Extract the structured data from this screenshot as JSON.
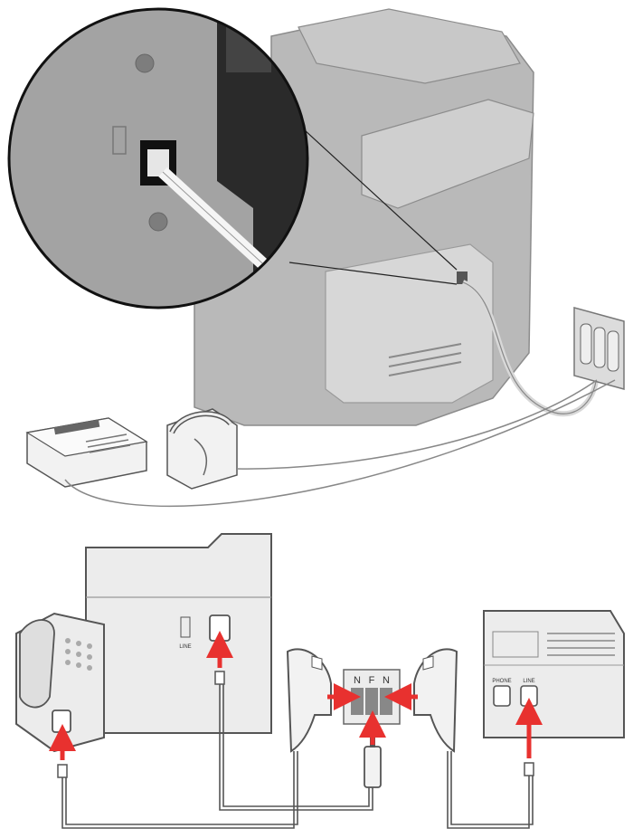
{
  "wall_jack": {
    "ports": [
      "N",
      "F",
      "N"
    ]
  },
  "fax_machine": {
    "port_label": "LINE"
  },
  "answering_machine": {
    "port_labels": [
      "PHONE",
      "LINE"
    ]
  },
  "colors": {
    "arrow": "#e8312f",
    "printer_gray": "#b4b4b4",
    "device_fill": "#ececec",
    "outline": "#555555"
  },
  "icons": [
    "phone-icon",
    "fax-printer-icon",
    "wall-jack-icon",
    "answering-machine-icon",
    "rj11-plug-icon",
    "tae-plug-icon"
  ]
}
